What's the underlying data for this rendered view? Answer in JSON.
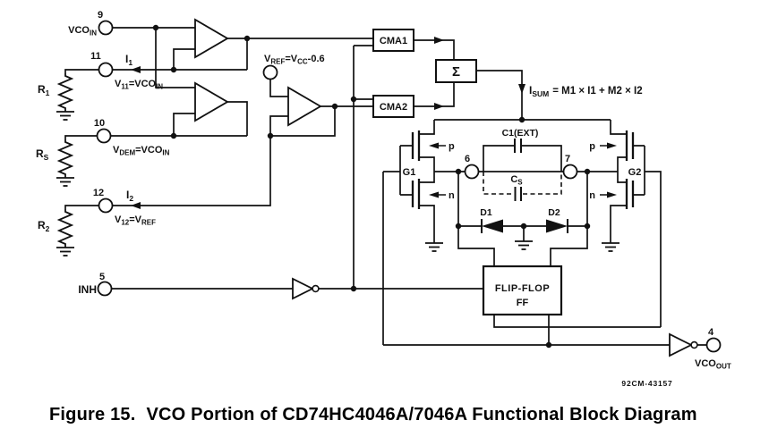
{
  "figure": {
    "caption_prefix": "Figure 15.",
    "caption_title": "VCO Portion of CD74HC4046A/7046A Functional Block Diagram",
    "doc_number": "92CM-43157"
  },
  "terminals": {
    "vco_in": {
      "pin": "9",
      "name": "VCO",
      "name_sub": "IN"
    },
    "r1_current": {
      "pin": "11",
      "i": "I",
      "i_sub": "1",
      "v": "V",
      "v_sub": "11",
      "v_eq": "=VCO",
      "v_eq_sub": "IN"
    },
    "demod": {
      "pin": "10",
      "v": "V",
      "v_sub": "DEM",
      "v_eq": "=VCO",
      "v_eq_sub": "IN"
    },
    "r2_current": {
      "pin": "12",
      "i": "I",
      "i_sub": "2",
      "v": "V",
      "v_sub": "12",
      "v_eq": "=V",
      "v_eq_sub": "REF"
    },
    "inhibit": {
      "pin": "5",
      "name": "INH"
    },
    "vref": {
      "name": "V",
      "name_sub": "REF",
      "eq": "=V",
      "eq_sub": "CC",
      "eq_tail": "-0.6"
    },
    "cap_left": {
      "pin": "6"
    },
    "cap_right": {
      "pin": "7"
    },
    "vco_out": {
      "pin": "4",
      "name": "VCO",
      "name_sub": "OUT"
    }
  },
  "components": {
    "r1": {
      "name": "R",
      "sub": "1"
    },
    "rs": {
      "name": "R",
      "sub": "S"
    },
    "r2": {
      "name": "R",
      "sub": "2"
    },
    "cma1": {
      "label": "CMA1"
    },
    "cma2": {
      "label": "CMA2"
    },
    "summer": {
      "label": "Σ"
    },
    "c1": {
      "label": "C1(EXT)"
    },
    "cs": {
      "name": "C",
      "sub": "S"
    },
    "d1": {
      "label": "D1"
    },
    "d2": {
      "label": "D2"
    },
    "g1": {
      "label": "G1"
    },
    "g2": {
      "label": "G2"
    },
    "p_gate": {
      "label": "p"
    },
    "n_gate": {
      "label": "n"
    },
    "flip_flop": {
      "line1": "FLIP-FLOP",
      "line2": "FF"
    }
  },
  "equation": {
    "lhs": "I",
    "lhs_sub": "SUM",
    "rhs": "= M1 × I1 + M2 × I2"
  }
}
